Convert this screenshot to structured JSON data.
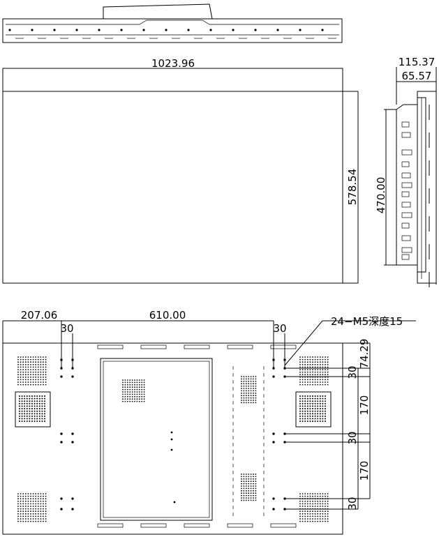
{
  "dimensions": {
    "front_width": "1023.96",
    "front_height": "578.54",
    "side_depth_total": "115.37",
    "side_depth_body": "65.57",
    "side_mount_height": "470.00",
    "rear_offset_left": "207.06",
    "rear_hole_spacing_h": "610.00",
    "rear_edge_left": "30",
    "rear_edge_right": "30",
    "rear_top_offset": "74.29",
    "rear_v_30_a": "30",
    "rear_v_170_a": "170",
    "rear_v_30_b": "30",
    "rear_v_170_b": "170",
    "rear_v_30_c": "30"
  },
  "annotations": {
    "holes_note": "24−M5深度15"
  }
}
